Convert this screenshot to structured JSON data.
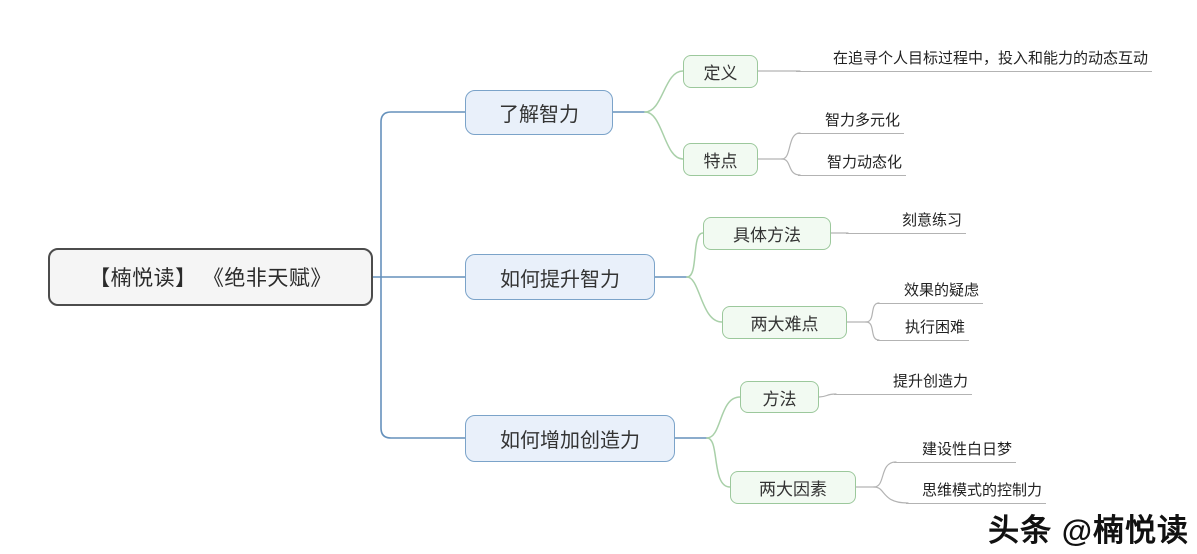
{
  "colors": {
    "branch_line": "#6591bc",
    "branch_fill": "#e9f0fa",
    "branch_border": "#7ba3c9",
    "child_line": "#a9d0a9",
    "child_fill": "#f2faf2",
    "child_border": "#9cc89c",
    "leaf_line": "#b3b3b3",
    "root_fill": "#f5f5f5",
    "root_border": "#4c4c4c",
    "text": "#333333"
  },
  "watermark": "头条 @楠悦读",
  "mindmap": {
    "root": {
      "label": "【楠悦读】 《绝非天赋》"
    },
    "branches": [
      {
        "label": "了解智力",
        "children": [
          {
            "label": "定义",
            "leaves": [
              "在追寻个人目标过程中，投入和能力的动态互动"
            ]
          },
          {
            "label": "特点",
            "leaves": [
              "智力多元化",
              "智力动态化"
            ]
          }
        ]
      },
      {
        "label": "如何提升智力",
        "children": [
          {
            "label": "具体方法",
            "leaves": [
              "刻意练习"
            ]
          },
          {
            "label": "两大难点",
            "leaves": [
              "效果的疑虑",
              "执行困难"
            ]
          }
        ]
      },
      {
        "label": "如何增加创造力",
        "children": [
          {
            "label": "方法",
            "leaves": [
              "提升创造力"
            ]
          },
          {
            "label": "两大因素",
            "leaves": [
              "建设性白日梦",
              "思维模式的控制力"
            ]
          }
        ]
      }
    ]
  }
}
